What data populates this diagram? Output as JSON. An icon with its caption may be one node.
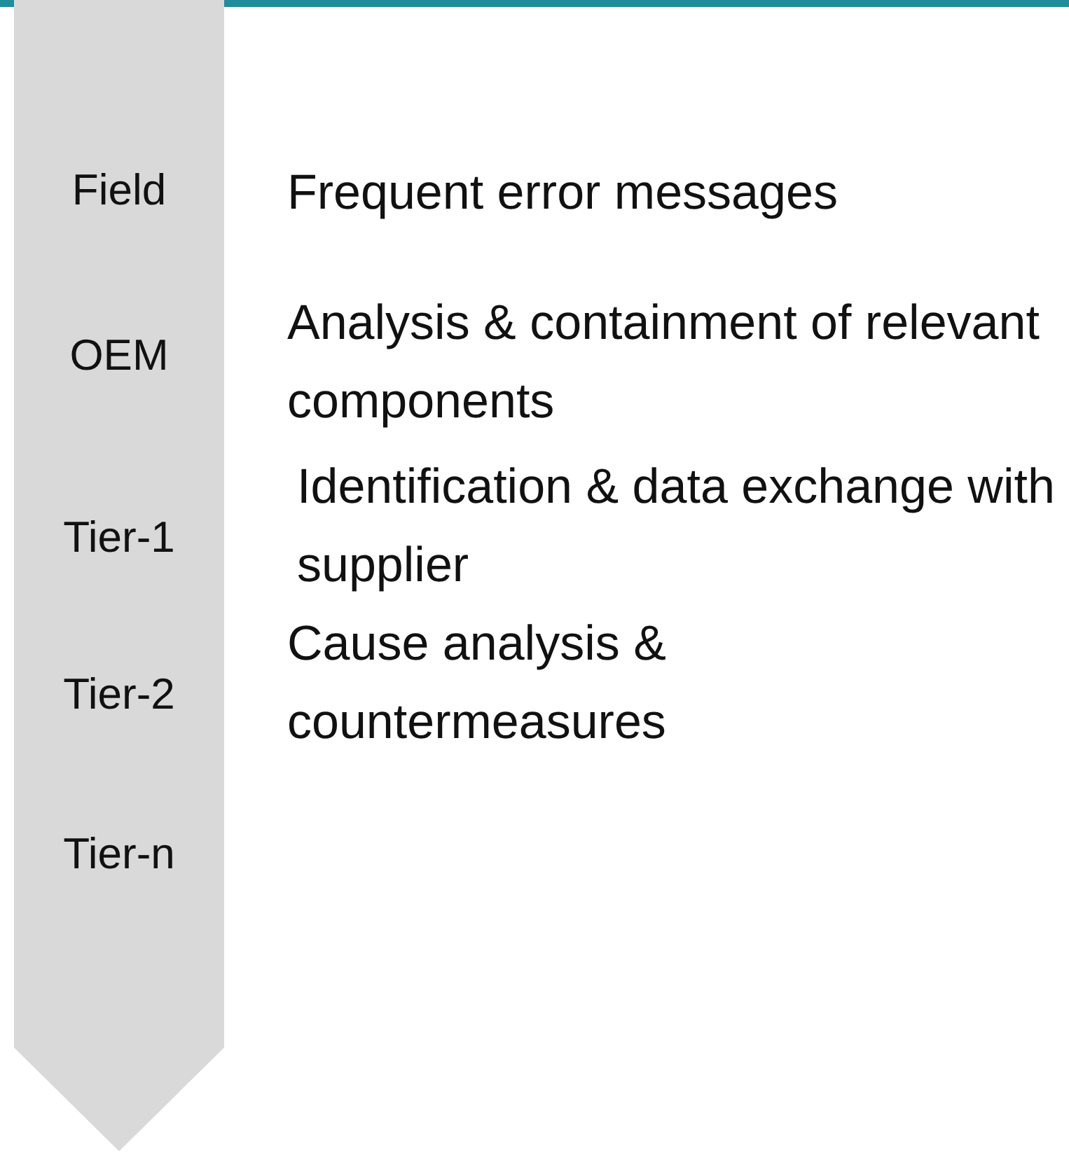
{
  "diagram": {
    "nodes": [
      {
        "text": [
          "Field",
          "OEM",
          "Tier-1",
          "Tier-2",
          "Tier-n"
        ]
      }
    ],
    "labels": [
      "Frequent error messages",
      "Analysis & containment of relevant components",
      "Identification & data exchange with supplier",
      "Cause analysis & countermeasures"
    ]
  }
}
